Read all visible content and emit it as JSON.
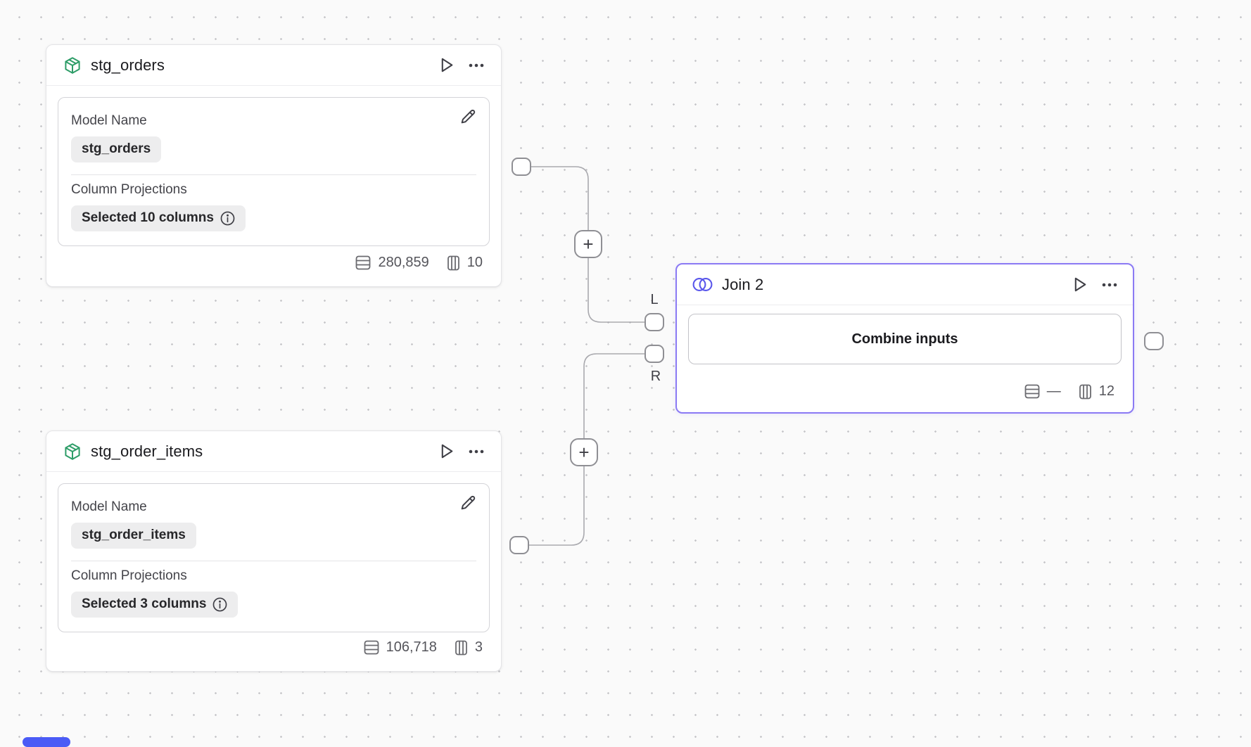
{
  "canvas": {
    "background": "#fafafa",
    "dot_color": "#c7c7ca",
    "wire_color": "#a9a9ae"
  },
  "stg_orders": {
    "title": "stg_orders",
    "icon": "cube-icon",
    "icon_color": "#2e9d68",
    "model_name_label": "Model Name",
    "model_name_value": "stg_orders",
    "column_projections_label": "Column Projections",
    "column_projections_value": "Selected 10 columns",
    "row_count": "280,859",
    "column_count": "10"
  },
  "stg_order_items": {
    "title": "stg_order_items",
    "icon": "cube-icon",
    "icon_color": "#2e9d68",
    "model_name_label": "Model Name",
    "model_name_value": "stg_order_items",
    "column_projections_label": "Column Projections",
    "column_projections_value": "Selected 3 columns",
    "row_count": "106,718",
    "column_count": "3"
  },
  "join": {
    "title": "Join 2",
    "icon": "venn-join-icon",
    "icon_color": "#5956eb",
    "border_color": "#8b7af4",
    "combine_button_label": "Combine inputs",
    "row_count": "—",
    "column_count": "12",
    "left_port_label": "L",
    "right_port_label": "R"
  },
  "wiring": {
    "add_step_label": "+"
  }
}
